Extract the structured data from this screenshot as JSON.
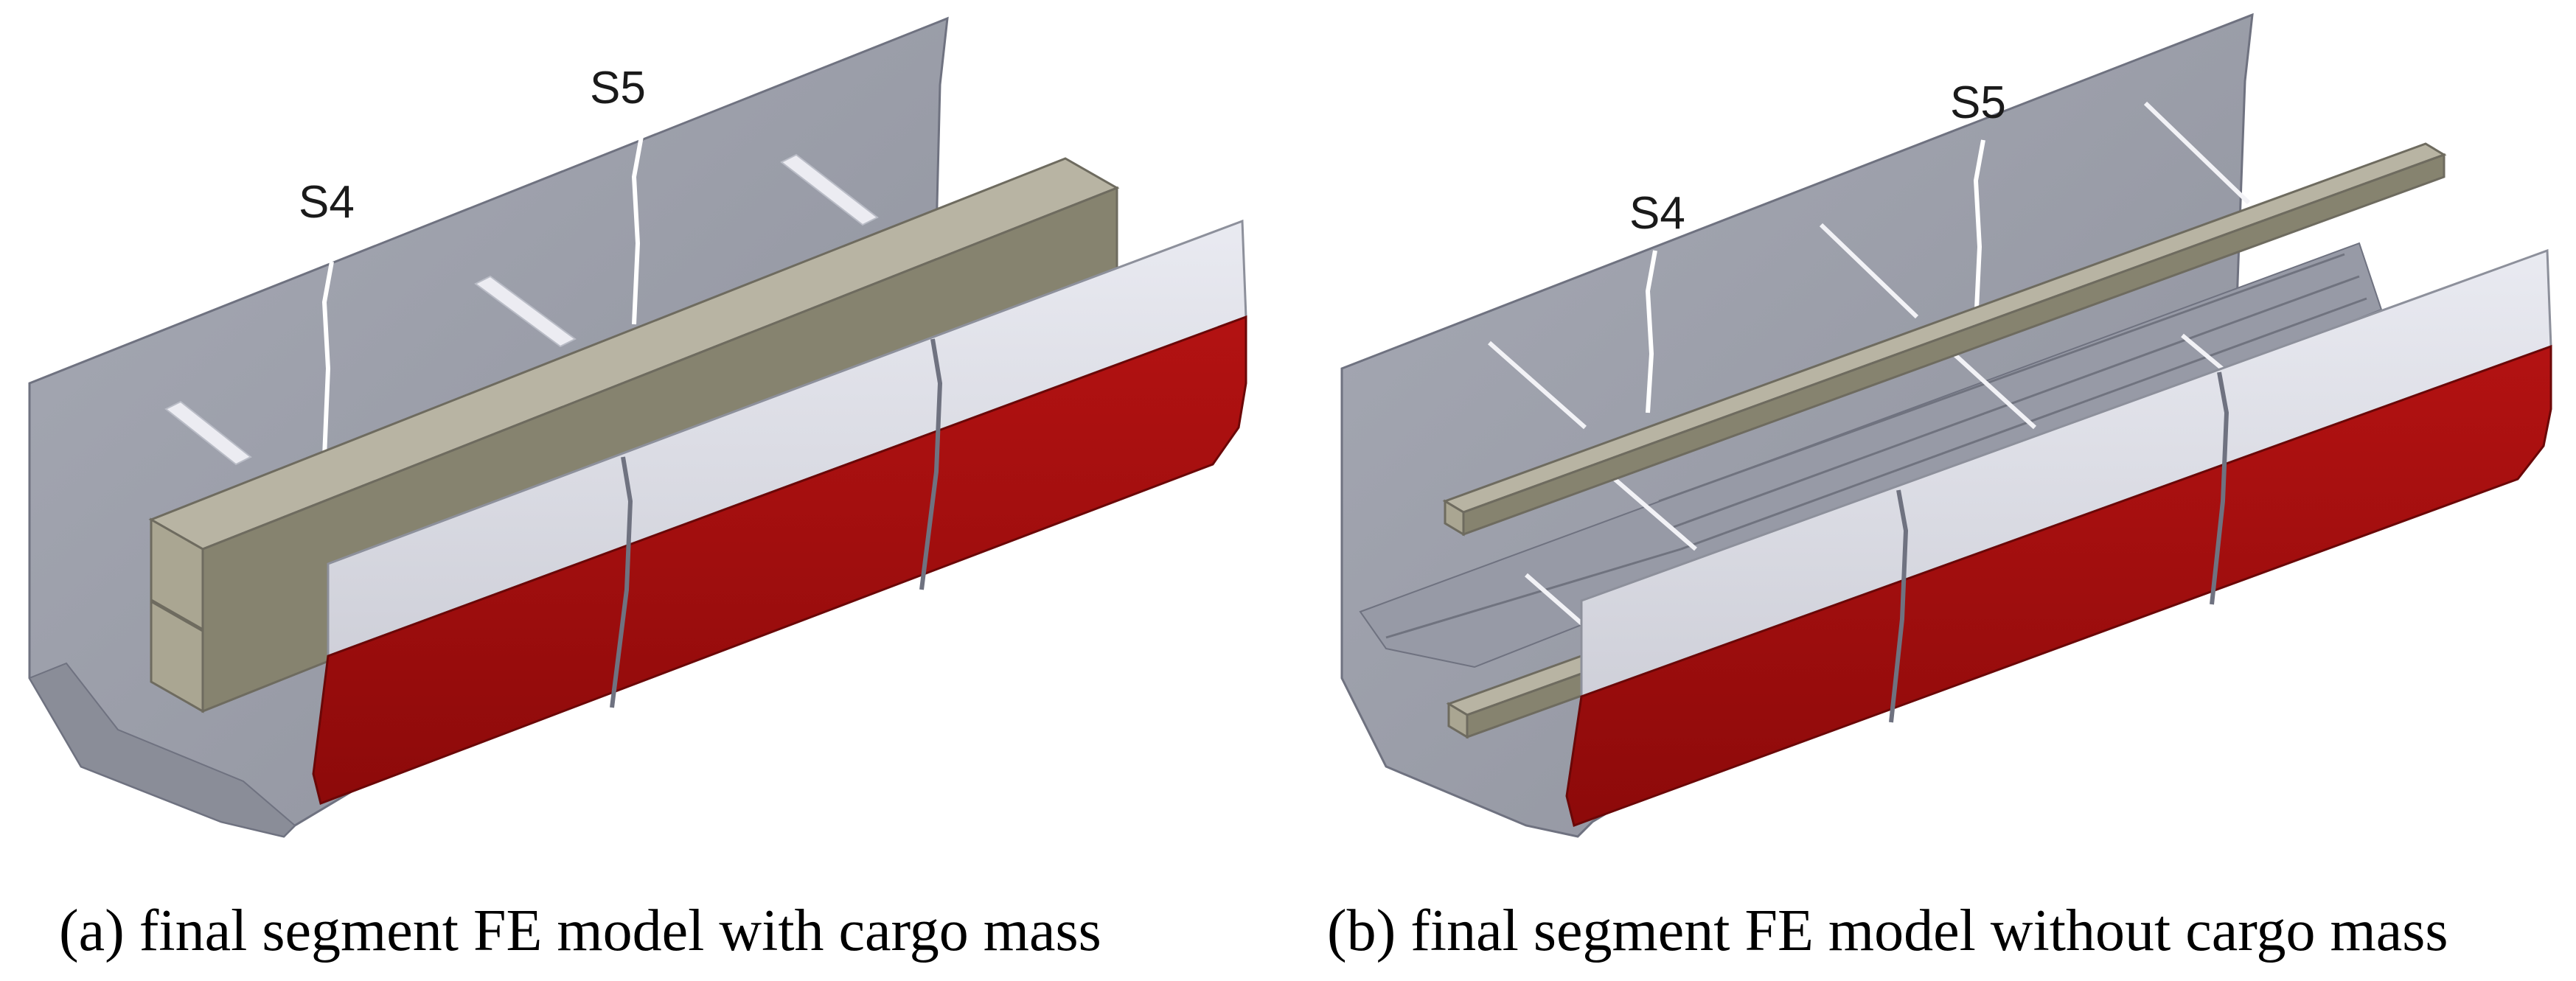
{
  "panels": [
    {
      "caption": "(a) final segment FE model with cargo mass",
      "section_labels": [
        "S4",
        "S5"
      ],
      "has_cargo_mass": true
    },
    {
      "caption": "(b) final segment FE model without cargo mass",
      "section_labels": [
        "S4",
        "S5"
      ],
      "has_cargo_mass": false
    }
  ],
  "colors": {
    "hull_shell": "#9ea1ad",
    "hull_shell_dark": "#8c8f9b",
    "side_plate": "#dcdde6",
    "bottom_red": "#a80d0d",
    "cargo_block": "#a9a593",
    "frame": "#e8e8ee"
  }
}
